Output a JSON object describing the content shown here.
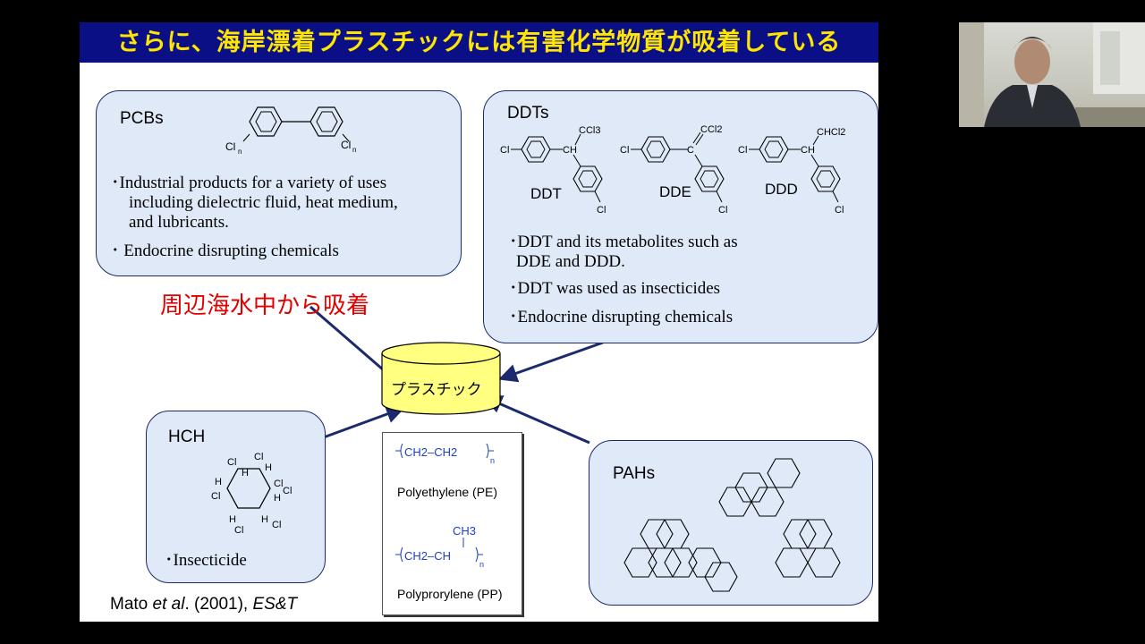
{
  "slide": {
    "title": "さらに、海岸漂着プラスチックには有害化学物質が吸着している",
    "adsorb_label": "周辺海水中から吸着",
    "center_label": "プラスチック",
    "citation": {
      "authors": "Mato ",
      "etal": "et al",
      "year": ". (2001), ",
      "journal": "ES&T"
    }
  },
  "pcbs": {
    "title": "PCBs",
    "cl_left": "Cl",
    "cl_right": "Cl",
    "sub": "n",
    "bullet1_line1": "･Industrial products for a variety of uses",
    "bullet1_line2": "including dielectric fluid, heat medium,",
    "bullet1_line3": "and lubricants.",
    "bullet2": "･ Endocrine disrupting chemicals"
  },
  "ddts": {
    "title": "DDTs",
    "names": [
      "DDT",
      "DDE",
      "DDD"
    ],
    "cl": "Cl",
    "ch": "CH",
    "c": "C",
    "ccl3": "CCl3",
    "ccl2": "CCl2",
    "chcl2": "CHCl2",
    "bullet1_line1": "･DDT and its metabolites such as",
    "bullet1_line2": "DDE and DDD.",
    "bullet2": "･DDT was used as insecticides",
    "bullet3": "･Endocrine disrupting chemicals"
  },
  "hch": {
    "title": "HCH",
    "cl": "Cl",
    "h": "H",
    "bullet": "･Insecticide"
  },
  "pahs": {
    "title": "PAHs"
  },
  "polymers": {
    "pe_formula": "CH2–CH2",
    "pe_sub": "n",
    "pe_name": "Polyethylene (PE)",
    "pp_ch3": "CH3",
    "pp_formula": "CH2–CH",
    "pp_sub": "n",
    "pp_name": "Polyprorylene (PP)"
  },
  "colors": {
    "title_bg": "#0a0f86",
    "title_text": "#ffe600",
    "box_fill": "#dfe9f7",
    "box_border": "#1a2a6c",
    "arrow": "#1a2a6c",
    "accent_red": "#e00000",
    "cylinder": "#ffff80",
    "polymer_blue": "#1d3fc4"
  },
  "icons": {
    "webcam": "presenter-video-feed"
  }
}
